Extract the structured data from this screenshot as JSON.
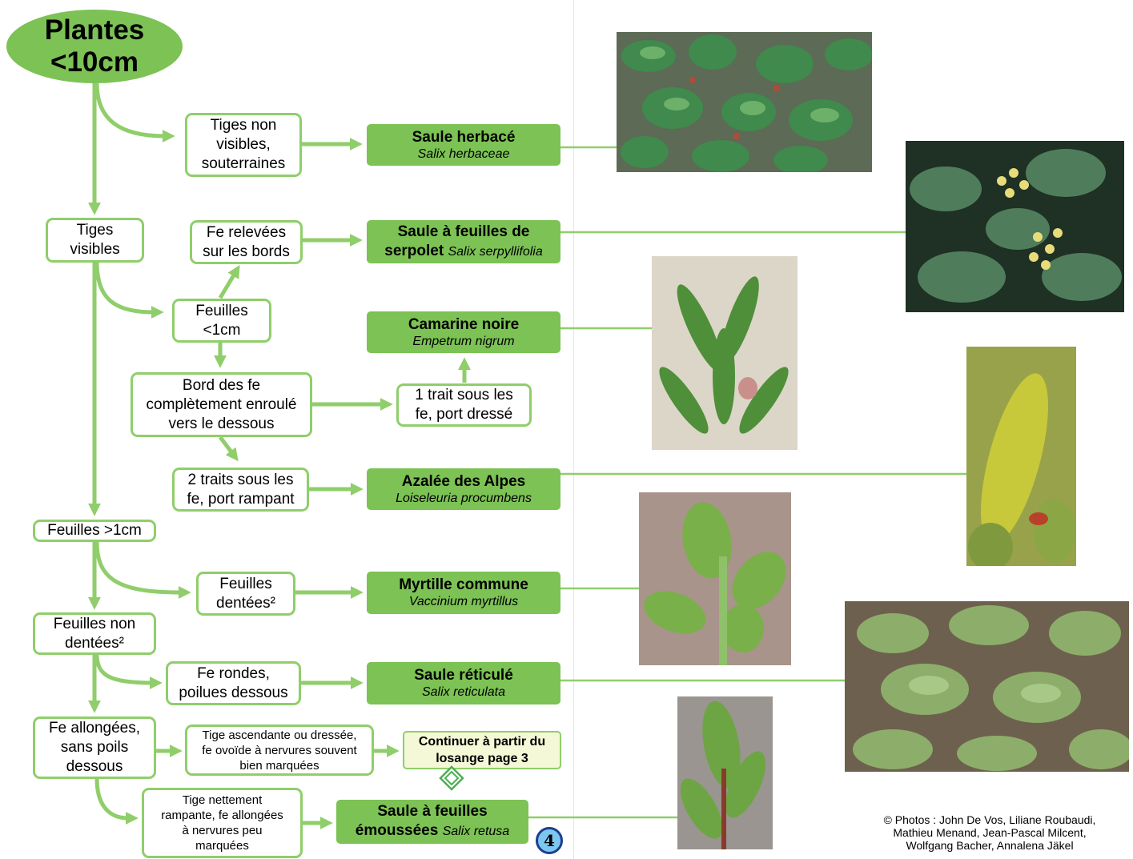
{
  "root": {
    "label": "Plantes\n<10cm"
  },
  "nodes": {
    "tiges_non_visibles": "Tiges non\nvisibles,\nsouterraines",
    "tiges_visibles": "Tiges\nvisibles",
    "fe_relevees": "Fe relevées\nsur les bords",
    "feuilles_lt1": "Feuilles\n<1cm",
    "bord_enroule": "Bord des fe\ncomplètement enroulé\nvers le dessous",
    "un_trait": "1 trait sous les\nfe, port dressé",
    "deux_traits": "2 traits sous les\nfe, port rampant",
    "feuilles_gt1": "Feuilles >1cm",
    "feuilles_dentees": "Feuilles\ndentées²",
    "feuilles_non_dentees": "Feuilles non\ndentées²",
    "fe_rondes": "Fe rondes,\npoilues dessous",
    "fe_allongees": "Fe allongées,\nsans poils\ndessous",
    "tige_ascendante": "Tige ascendante ou dressée,\nfe ovoïde à nervures souvent\nbien marquées",
    "tige_rampante": "Tige nettement\nrampante, fe allongées\nà nervures peu\nmarquées"
  },
  "species": {
    "saule_herbace": {
      "name": "Saule herbacé",
      "latin": "Salix herbaceae"
    },
    "saule_serpolet": {
      "name_line1": "Saule à feuilles de",
      "name_line2": "serpolet",
      "latin": "Salix serpyllifolia"
    },
    "camarine": {
      "name": "Camarine noire",
      "latin": "Empetrum nigrum"
    },
    "azalee": {
      "name": "Azalée des Alpes",
      "latin": "Loiseleuria procumbens"
    },
    "myrtille": {
      "name": "Myrtille commune",
      "latin": "Vaccinium myrtillus"
    },
    "saule_reticule": {
      "name": "Saule réticulé",
      "latin": "Salix reticulata"
    },
    "saule_emousse": {
      "name_line1": "Saule à feuilles",
      "name_line2": "émoussées",
      "latin": "Salix retusa"
    }
  },
  "continue_box": "Continuer à partir du\nlosange page 3",
  "page_number": "4",
  "credits": "© Photos : John De Vos, Liliane Roubaudi,\nMathieu Menand, Jean-Pascal Milcent,\nWolfgang Bacher,  Annalena Jäkel",
  "colors": {
    "green_fill": "#7cc254",
    "green_line": "#8fce6a",
    "continue_fill": "#f4f8d6",
    "page_ring": "#1b3f8e",
    "page_fill": "#7cc7ef"
  },
  "icons": {
    "losange": "diamond-icon"
  }
}
